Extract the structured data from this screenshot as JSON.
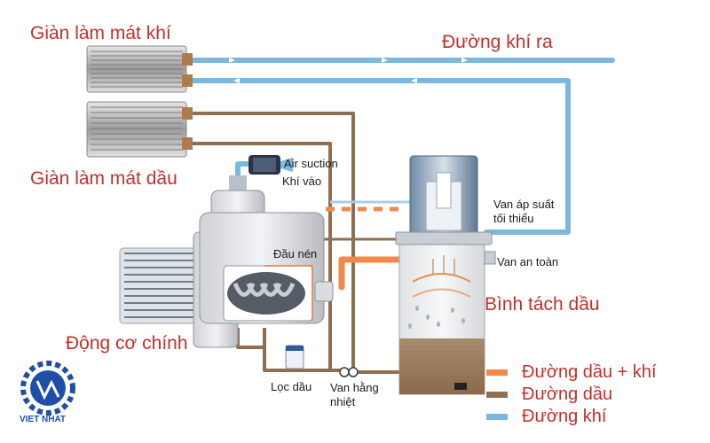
{
  "labels": {
    "air_cooler": "Giàn làm mát khí",
    "air_out": "Đường khí ra",
    "oil_cooler": "Giàn làm mát dầu",
    "air_suction": "Air suction",
    "air_in": "Khí vào",
    "min_pressure_valve": "Van áp suất\ntối thiểu",
    "compressor_head": "Đầu nén",
    "safety_valve": "Van an toàn",
    "separator_tank": "Bình tách dầu",
    "main_motor": "Động cơ chính",
    "oil_filter": "Lọc dầu",
    "thermostatic_valve": "Van hằng\nnhiệt"
  },
  "legend": [
    {
      "label": "Đường dầu + khí",
      "color": "#f08a4b"
    },
    {
      "label": "Đường dầu",
      "color": "#8f6f52"
    },
    {
      "label": "Đường khí",
      "color": "#7ab8de"
    }
  ],
  "colors": {
    "oil_air": "#f08a4b",
    "oil": "#8f6f52",
    "air": "#7ab8de",
    "label_red": "#c0302b",
    "logo_blue": "#1f4ea8"
  },
  "logo": {
    "text": "VIET NHAT"
  }
}
